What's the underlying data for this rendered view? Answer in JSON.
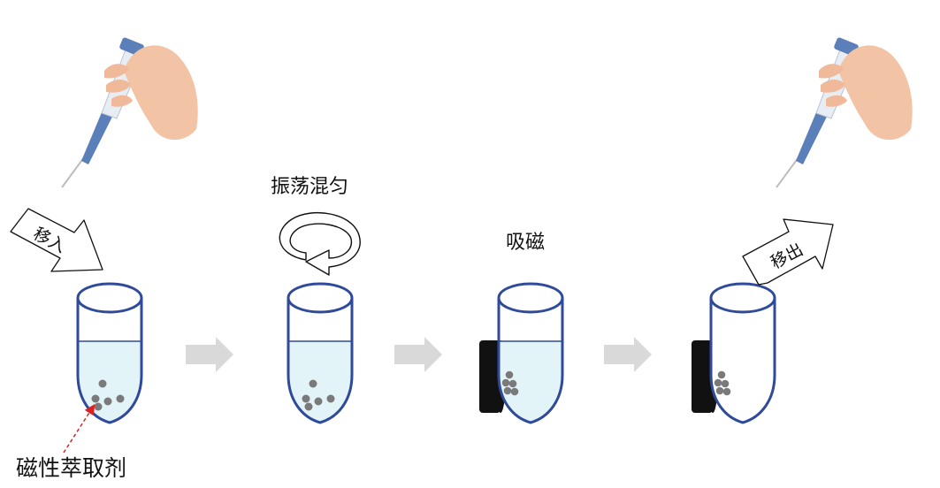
{
  "labels": {
    "move_in": "移入",
    "shake_mix": "振荡混匀",
    "adsorb": "吸磁",
    "move_out": "移出",
    "sorbent": "磁性萃取剂"
  },
  "colors": {
    "tube_outline": "#2f4a9a",
    "liquid": "#e3f4f8",
    "particle": "#7a7a7a",
    "magnet": "#111111",
    "flow_arrow": "#d9d9d9",
    "pointer": "#e02020",
    "skin": "#f2c3a4",
    "pipette_blue": "#5b7fb8"
  },
  "steps": [
    {
      "id": "step-1",
      "liquid": true,
      "particles": "bottom",
      "magnet": false
    },
    {
      "id": "step-2",
      "liquid": true,
      "particles": "bottom",
      "magnet": false
    },
    {
      "id": "step-3",
      "liquid": true,
      "particles": "side",
      "magnet": true
    },
    {
      "id": "step-4",
      "liquid": false,
      "particles": "side",
      "magnet": true
    }
  ]
}
